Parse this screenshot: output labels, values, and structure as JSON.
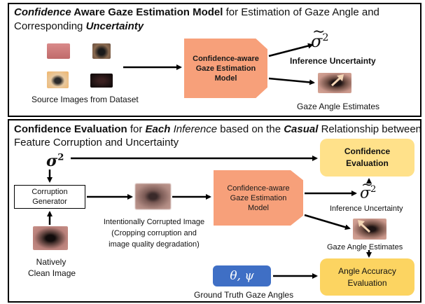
{
  "top": {
    "title_parts": {
      "p1": "Confidence",
      "p2": " Aware Gaze Estimation Model",
      "p3": " for Estimation of Gaze Angle and",
      "p4": "Corresponding ",
      "p5": "Uncertainty"
    },
    "source_label": "Source Images from Dataset",
    "model_label": [
      "Confidence-aware",
      "Gaze Estimation",
      "Model"
    ],
    "inference_label": "Inference Uncertainty",
    "gaze_label": "Gaze Angle Estimates"
  },
  "bottom": {
    "title_parts": {
      "p1": "Confidence Evaluation",
      "p2": " for ",
      "p3": "Each",
      "p4": " ",
      "p5": "Inference",
      "p6": " based on the ",
      "p7": "Casual",
      "p8": " Relationship between",
      "p9": "Feature Corruption and Uncertainty"
    },
    "confidence_eval": [
      "Confidence",
      "Evaluation"
    ],
    "corruption_generator": [
      "Corruption",
      "Generator"
    ],
    "natively_clean": [
      "Natively",
      "Clean Image"
    ],
    "corrupted_label": [
      "Intentionally Corrupted Image",
      "(Cropping corruption and",
      "image quality degradation)"
    ],
    "model_label": [
      "Confidence-aware",
      "Gaze Estimation",
      "Model"
    ],
    "inference_label": "Inference Uncertainty",
    "gaze_label": "Gaze Angle Estimates",
    "gt_symbol": "θ, ψ",
    "gt_label": "Ground Truth Gaze Angles",
    "angle_eval": [
      "Angle Accuracy",
      "Evaluation"
    ]
  },
  "colors": {
    "model_orange": "#f7a07a",
    "eval_yellow": "#ffe18a",
    "eval_yellow_dark": "#fcd461",
    "gt_blue": "#3f6fc5"
  }
}
